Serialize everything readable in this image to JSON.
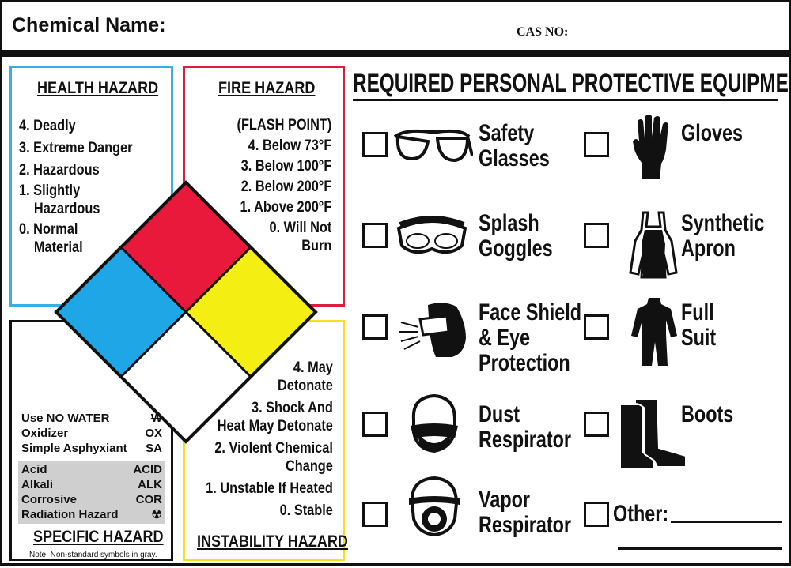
{
  "header": {
    "chemical_name_label": "Chemical Name:",
    "cas_label": "CAS NO:"
  },
  "health": {
    "title": "HEALTH HAZARD",
    "items": [
      "4. Deadly",
      "3. Extreme Danger",
      "2. Hazardous",
      "1. Slightly",
      "Hazardous",
      "0. Normal",
      "Material"
    ]
  },
  "fire": {
    "title": "FIRE HAZARD",
    "items": [
      "(FLASH POINT)",
      "4. Below 73°F",
      "3. Below 100°F",
      "2. Below 200°F",
      "1. Above 200°F",
      "0. Will Not",
      "Burn"
    ]
  },
  "instability": {
    "title": "INSTABILITY HAZARD",
    "items": [
      "4. May",
      "Detonate",
      "3. Shock And",
      "Heat May Detonate",
      "2. Violent Chemical",
      "Change",
      "1. Unstable If Heated",
      "0. Stable"
    ]
  },
  "specific": {
    "title": "SPECIFIC HAZARD",
    "note": "Note: Non-standard symbols in gray.",
    "rows": [
      {
        "name": "Use NO WATER",
        "code": "W"
      },
      {
        "name": "Oxidizer",
        "code": "OX"
      },
      {
        "name": "Simple Asphyxiant",
        "code": "SA"
      }
    ],
    "gray_rows": [
      {
        "name": "Acid",
        "code": "ACID"
      },
      {
        "name": "Alkali",
        "code": "ALK"
      },
      {
        "name": "Corrosive",
        "code": "COR"
      },
      {
        "name": "Radiation Hazard",
        "code": "☢"
      }
    ]
  },
  "ppe": {
    "title": "REQUIRED PERSONAL PROTECTIVE EQUIPMENT",
    "items": {
      "safety_glasses": [
        "Safety",
        "Glasses"
      ],
      "splash_goggles": [
        "Splash",
        "Goggles"
      ],
      "face_shield": [
        "Face Shield",
        "& Eye",
        "Protection"
      ],
      "dust_respirator": [
        "Dust",
        "Respirator"
      ],
      "vapor_respirator": [
        "Vapor",
        "Respirator"
      ],
      "gloves": [
        "Gloves"
      ],
      "synthetic_apron": [
        "Synthetic",
        "Apron"
      ],
      "full_suit": [
        "Full",
        "Suit"
      ],
      "boots": [
        "Boots"
      ],
      "other": [
        "Other:"
      ]
    }
  },
  "colors": {
    "health": "#1fa6e6",
    "fire": "#e8193a",
    "reactivity": "#f5ee12",
    "special": "#ffffff"
  }
}
